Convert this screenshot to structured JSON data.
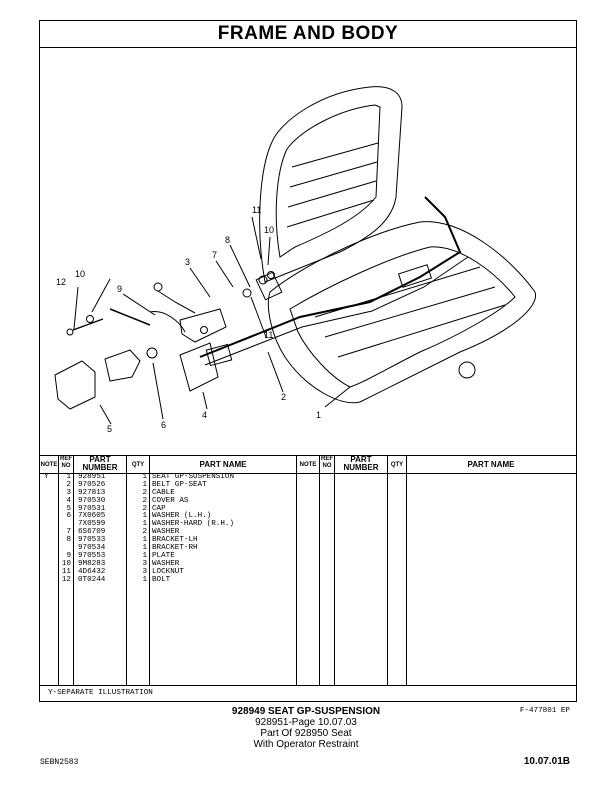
{
  "title": "FRAME AND BODY",
  "callouts": [
    "11",
    "10",
    "8",
    "7",
    "3",
    "12",
    "10",
    "9",
    "11",
    "2",
    "1",
    "5",
    "6",
    "4"
  ],
  "headers": {
    "note": "NOTE",
    "ref_no": "REF\nNO",
    "part_number": "PART\nNUMBER",
    "qty": "QTY",
    "part_name": "PART NAME"
  },
  "parts": [
    {
      "note": "Y",
      "ref": "1",
      "part": "928951",
      "qty": "1",
      "name": "SEAT GP-SUSPENSION"
    },
    {
      "note": "",
      "ref": "2",
      "part": "970526",
      "qty": "1",
      "name": "BELT GP-SEAT"
    },
    {
      "note": "",
      "ref": "3",
      "part": "927813",
      "qty": "2",
      "name": "CABLE"
    },
    {
      "note": "",
      "ref": "4",
      "part": "970530",
      "qty": "2",
      "name": "COVER AS"
    },
    {
      "note": "",
      "ref": "5",
      "part": "970531",
      "qty": "2",
      "name": "CAP"
    },
    {
      "note": "",
      "ref": "6",
      "part": "7X0605",
      "qty": "1",
      "name": "WASHER (L.H.)"
    },
    {
      "note": "",
      "ref": "",
      "part": "7X0599",
      "qty": "1",
      "name": "WASHER-HARD (R.H.)"
    },
    {
      "note": "",
      "ref": "7",
      "part": "6S6709",
      "qty": "2",
      "name": "WASHER"
    },
    {
      "note": "",
      "ref": "8",
      "part": "970533",
      "qty": "1",
      "name": "BRACKET-LH"
    },
    {
      "note": "",
      "ref": "",
      "part": "970534",
      "qty": "1",
      "name": "BRACKET-RH"
    },
    {
      "note": "",
      "ref": "9",
      "part": "970553",
      "qty": "1",
      "name": "PLATE"
    },
    {
      "note": "",
      "ref": "10",
      "part": "9M8283",
      "qty": "3",
      "name": "WASHER"
    },
    {
      "note": "",
      "ref": "11",
      "part": "4D6432",
      "qty": "3",
      "name": "LOCKNUT"
    },
    {
      "note": "",
      "ref": "12",
      "part": "0T0244",
      "qty": "1",
      "name": "BOLT"
    }
  ],
  "footnote": "Y-SEPARATE ILLUSTRATION",
  "figure_no": "F-477801 EP",
  "caption": {
    "line1": "928949 SEAT GP-SUSPENSION",
    "line2": "928951-Page 10.07.03",
    "line3": "Part Of 928950 Seat",
    "line4": "With Operator Restraint"
  },
  "doc_id": "SEBN2583",
  "page_no": "10.07.01B"
}
